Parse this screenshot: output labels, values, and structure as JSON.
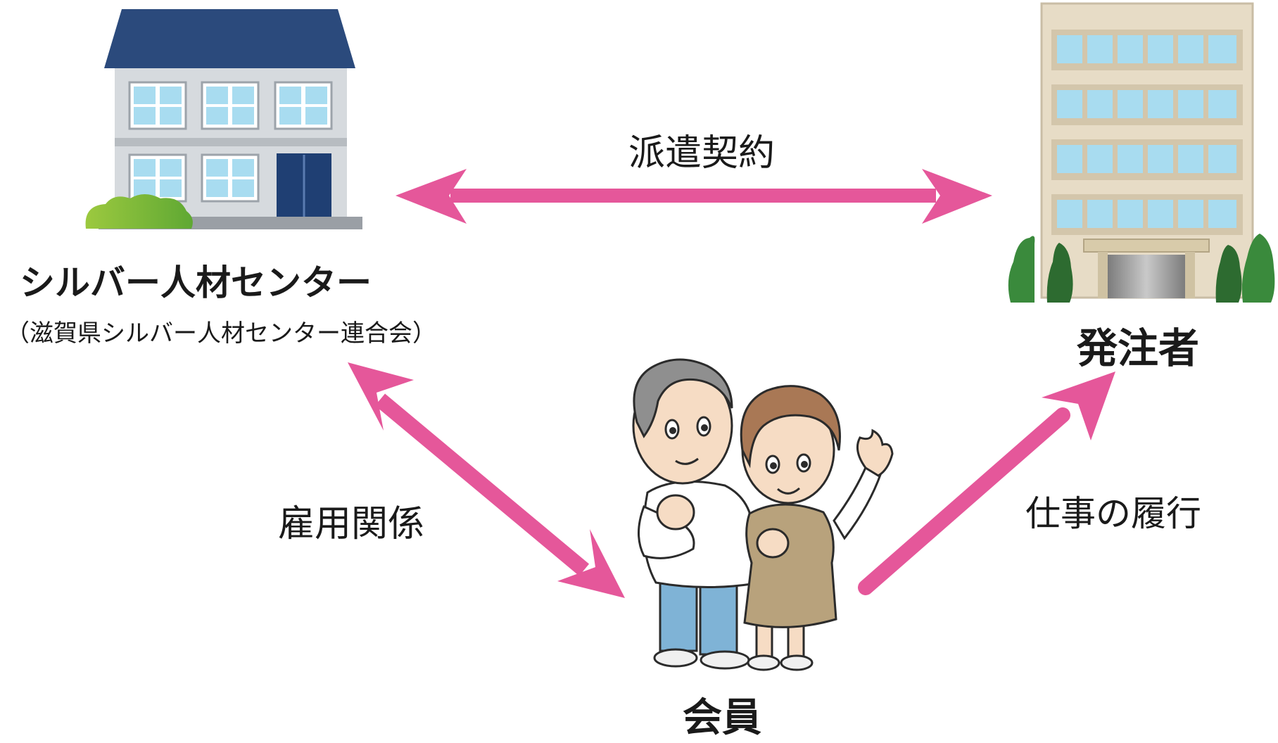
{
  "labels": {
    "center_name": "シルバー人材センター",
    "center_sub": "（滋賀県シルバー人材センター連合会）",
    "client": "発注者",
    "member": "会員",
    "rel_dispatch": "派遣契約",
    "rel_employment": "雇用関係",
    "rel_work": "仕事の履行"
  },
  "icons": {
    "center": "house-building-icon",
    "client": "office-building-icon",
    "member": "elderly-couple-icon"
  },
  "colors": {
    "arrow": "#e5579a",
    "roof": "#2b4a7c",
    "window": "#a8dcf0",
    "wall": "#d6dade",
    "door": "#1f3f73",
    "tree": "#3a8a3c",
    "bush": "#8cc43f",
    "office_wall": "#e7dcc6"
  }
}
